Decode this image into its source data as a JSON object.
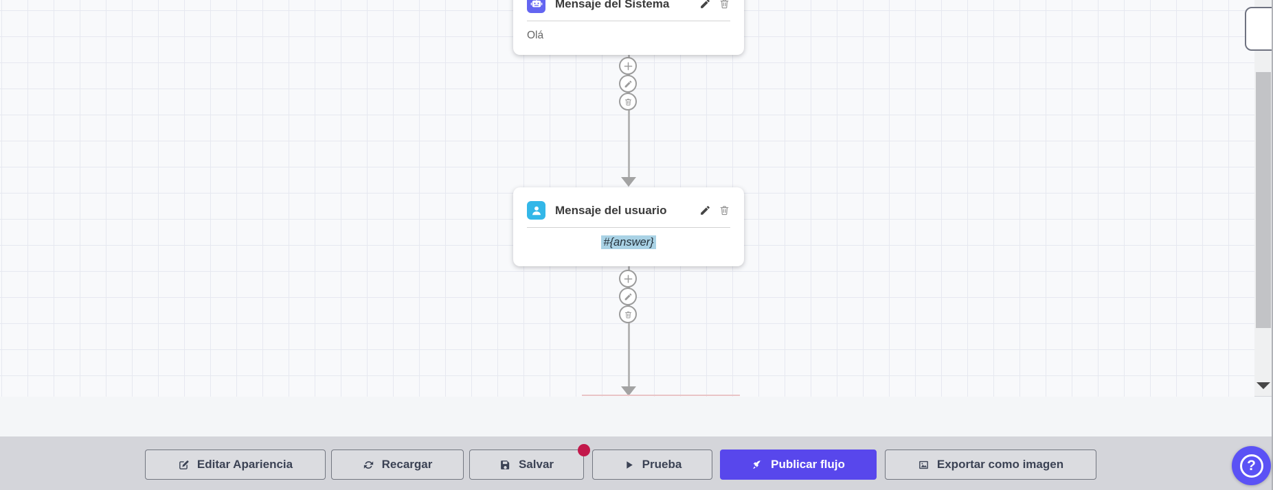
{
  "canvas": {
    "nodes": [
      {
        "title": "Mensaje del Sistema",
        "content": "Olá",
        "icon": "robot-icon",
        "icon_bg": "#6365f1",
        "actions": [
          "edit",
          "delete"
        ]
      },
      {
        "title": "Mensaje del usuario",
        "content": "#{answer}",
        "icon": "person-icon",
        "icon_bg": "#33b7e8",
        "content_highlight": "#a9d2e5",
        "actions": [
          "edit",
          "delete"
        ]
      }
    ],
    "connector_actions": [
      "add",
      "edit",
      "delete"
    ]
  },
  "toolbar": {
    "buttons": [
      {
        "label": "Editar Apariencia",
        "icon": "edit-square-icon",
        "variant": "default"
      },
      {
        "label": "Recargar",
        "icon": "refresh-icon",
        "variant": "default"
      },
      {
        "label": "Salvar",
        "icon": "save-icon",
        "variant": "default",
        "badge_dot": true
      },
      {
        "label": "Prueba",
        "icon": "play-icon",
        "variant": "default"
      },
      {
        "label": "Publicar flujo",
        "icon": "rocket-icon",
        "variant": "primary"
      },
      {
        "label": "Exportar como imagen",
        "icon": "image-icon",
        "variant": "default"
      }
    ]
  },
  "help_button": {
    "glyph": "?"
  },
  "colors": {
    "canvas_bg": "#f8f9fb",
    "grid_line": "#e6e8f0",
    "toolbar_bg": "#d4d5da",
    "button_bg": "#dbdce0",
    "button_border": "#71757f",
    "button_text": "#3b4254",
    "primary_button_bg": "#5847ec",
    "primary_button_text": "#ffffff",
    "badge_dot": "#c2184b",
    "help_button_bg": "#5b52f5",
    "system_node_icon_bg": "#6365f1",
    "user_node_icon_bg": "#33b7e8",
    "answer_highlight": "#a9d2e5",
    "connector_gray": "#9b9b9b",
    "arrow_gray": "#a3a3a3"
  }
}
